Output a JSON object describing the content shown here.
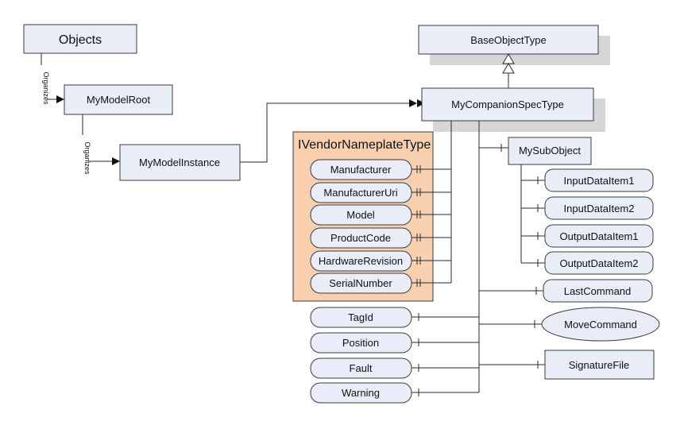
{
  "nodes": {
    "objects": "Objects",
    "my_model_root": "MyModelRoot",
    "my_model_instance": "MyModelInstance",
    "base_object_type": "BaseObjectType",
    "my_companion_spec_type": "MyCompanionSpecType",
    "interface_title": "IVendorNameplateType",
    "manufacturer": "Manufacturer",
    "manufacturer_uri": "ManufacturerUri",
    "model": "Model",
    "product_code": "ProductCode",
    "hardware_revision": "HardwareRevision",
    "serial_number": "SerialNumber",
    "tag_id": "TagId",
    "position": "Position",
    "fault": "Fault",
    "warning": "Warning",
    "my_sub_object": "MySubObject",
    "input_data_item_1": "InputDataItem1",
    "input_data_item_2": "InputDataItem2",
    "output_data_item_1": "OutputDataItem1",
    "output_data_item_2": "OutputDataItem2",
    "last_command": "LastCommand",
    "move_command": "MoveCommand",
    "signature_file": "SignatureFile"
  },
  "relations": {
    "organizes_1": "Organizes",
    "organizes_2": "Organizes"
  },
  "colors": {
    "node_fill": "#e8edf7",
    "interface_fill": "#f8d0b0",
    "shadow": "#d6d6d6"
  }
}
